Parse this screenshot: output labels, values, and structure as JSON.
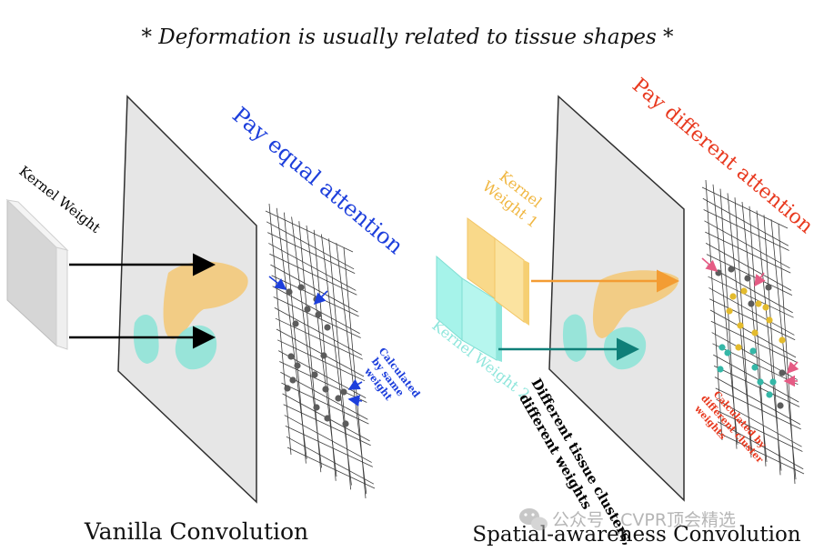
{
  "header": {
    "caption": "* Deformation is usually related to tissue shapes *"
  },
  "left_panel": {
    "kernel_label": "Kernel Weight",
    "attention_label": "Pay equal attention",
    "calc_note": [
      "Calculated",
      "by same",
      "weight"
    ],
    "title": "Vanilla Convolution"
  },
  "right_panel": {
    "kernel1_label": [
      "Kernel",
      "Weight 1"
    ],
    "kernel2_label": "Kernel Weight 2",
    "attention_label": "Pay different attention",
    "clusters_note": [
      "Different tissue clusters,",
      "different weights"
    ],
    "calc_note": [
      "Calculated by",
      "different cluster",
      "weights"
    ],
    "title": "Spatial-awareness Convolution"
  },
  "watermark": {
    "text": "公众号 · CVPR顶会精选"
  },
  "colors": {
    "plane": "#e6e6e6",
    "plane_edge": "#2f2f2f",
    "blob_orange": "#f3c97a",
    "blob_teal": "#8fe3d7",
    "dot_gray": "#5c5c5c",
    "dot_yellow": "#e3bb2e",
    "dot_teal": "#35b7a7",
    "blue": "#1d3fdc",
    "red": "#e8391f",
    "kernel_yellow": "#f9d98a",
    "kernel_cyan": "#a6f3ea",
    "arrow_orange": "#f39c33",
    "arrow_teal": "#0f7f78",
    "arrow_pink": "#e55b84"
  },
  "icons": {
    "watermark_icon": "wechat-icon"
  }
}
